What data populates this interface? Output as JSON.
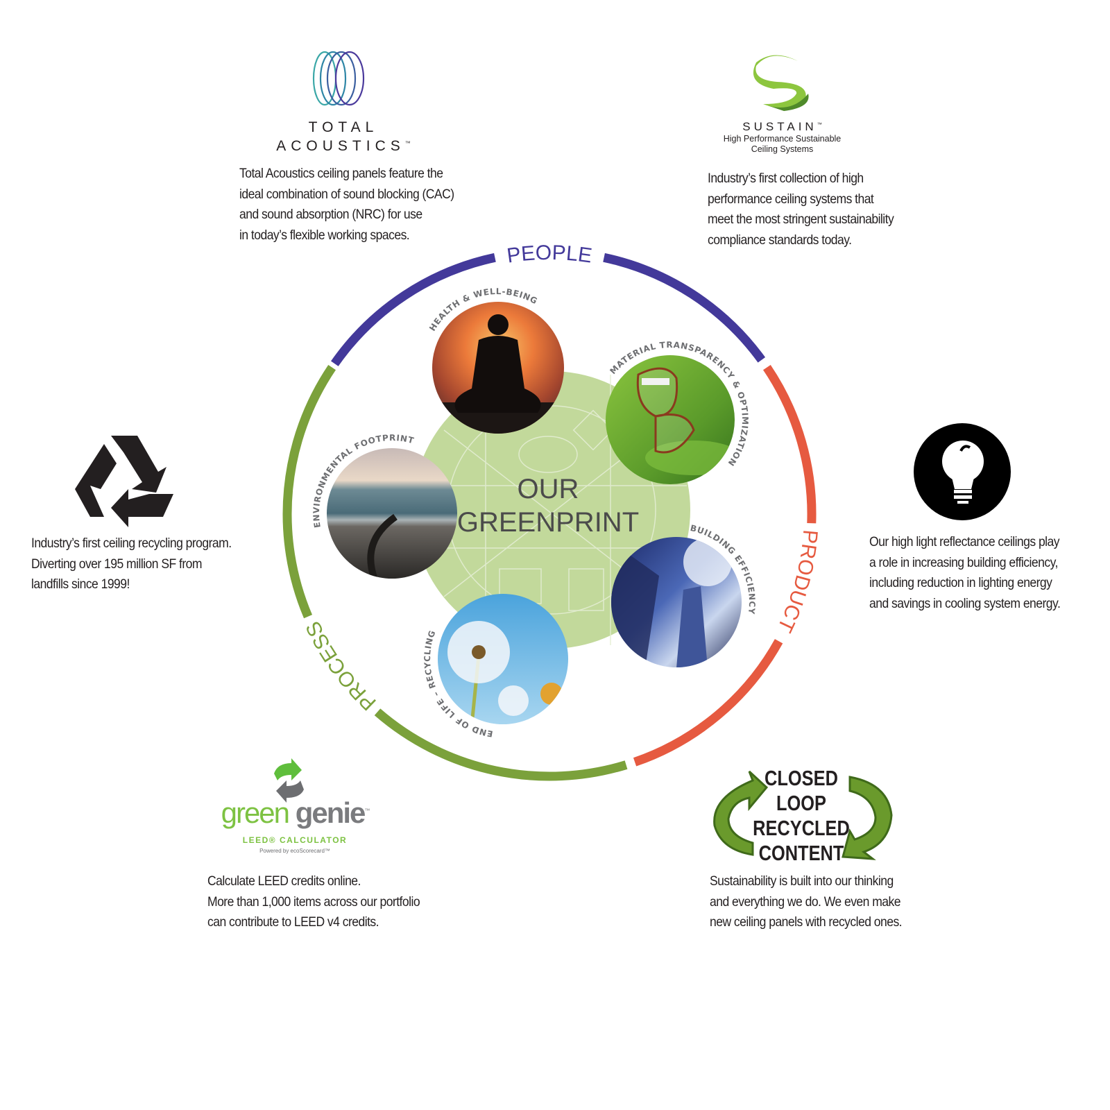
{
  "center": {
    "line1": "OUR",
    "line2": "GREENPRINT"
  },
  "ring": {
    "people": {
      "label": "PEOPLE",
      "color": "#43399a"
    },
    "product": {
      "label": "PRODUCT",
      "color": "#e65a40"
    },
    "process": {
      "label": "PROCESS",
      "color": "#7ba13b"
    }
  },
  "photos": [
    {
      "label": "HEALTH & WELL-BEING"
    },
    {
      "label": "MATERIAL TRANSPARENCY & OPTIMIZATION"
    },
    {
      "label": "ENVIRONMENTAL FOOTPRINT"
    },
    {
      "label": "BUILDING EFFICIENCY"
    },
    {
      "label": "END OF LIFE – RECYCLING"
    }
  ],
  "total_acoustics": {
    "logo_line1": "TOTAL",
    "logo_line2": "ACOUSTICS",
    "tm": "™",
    "lines": [
      "Total Acoustics ceiling panels feature the",
      "ideal combination of sound blocking (CAC)",
      "and sound absorption (NRC) for use",
      "in today’s flexible working spaces."
    ]
  },
  "sustain": {
    "logo": "SUSTAIN",
    "tm": "™",
    "sub1": "High Performance Sustainable",
    "sub2": "Ceiling Systems",
    "lines": [
      "Industry’s first collection of high",
      "performance ceiling systems that",
      "meet the most stringent sustainability",
      "compliance standards today."
    ]
  },
  "recycling": {
    "lines": [
      "Industry’s first ceiling recycling program.",
      "Diverting over 195 million SF from",
      "landfills since 1999!"
    ]
  },
  "lightbulb": {
    "lines": [
      "Our high light reflectance ceilings play",
      "a role in increasing building efficiency,",
      "including reduction in lighting energy",
      "and savings in cooling system energy."
    ]
  },
  "green_genie": {
    "green": "green",
    "genie": "genie",
    "tm": "™",
    "calc": "LEED® CALCULATOR",
    "powered": "Powered by ecoScorecard™",
    "lines": [
      "Calculate LEED credits online.",
      "More than 1,000 items across our portfolio",
      "can contribute to LEED v4 credits."
    ]
  },
  "closed_loop": {
    "logo_lines": [
      "CLOSED",
      "LOOP",
      "RECYCLED",
      "CONTENT"
    ],
    "lines": [
      "Sustainability is built into our thinking",
      "and everything we do. We even make",
      "new ceiling panels with recycled ones."
    ]
  }
}
